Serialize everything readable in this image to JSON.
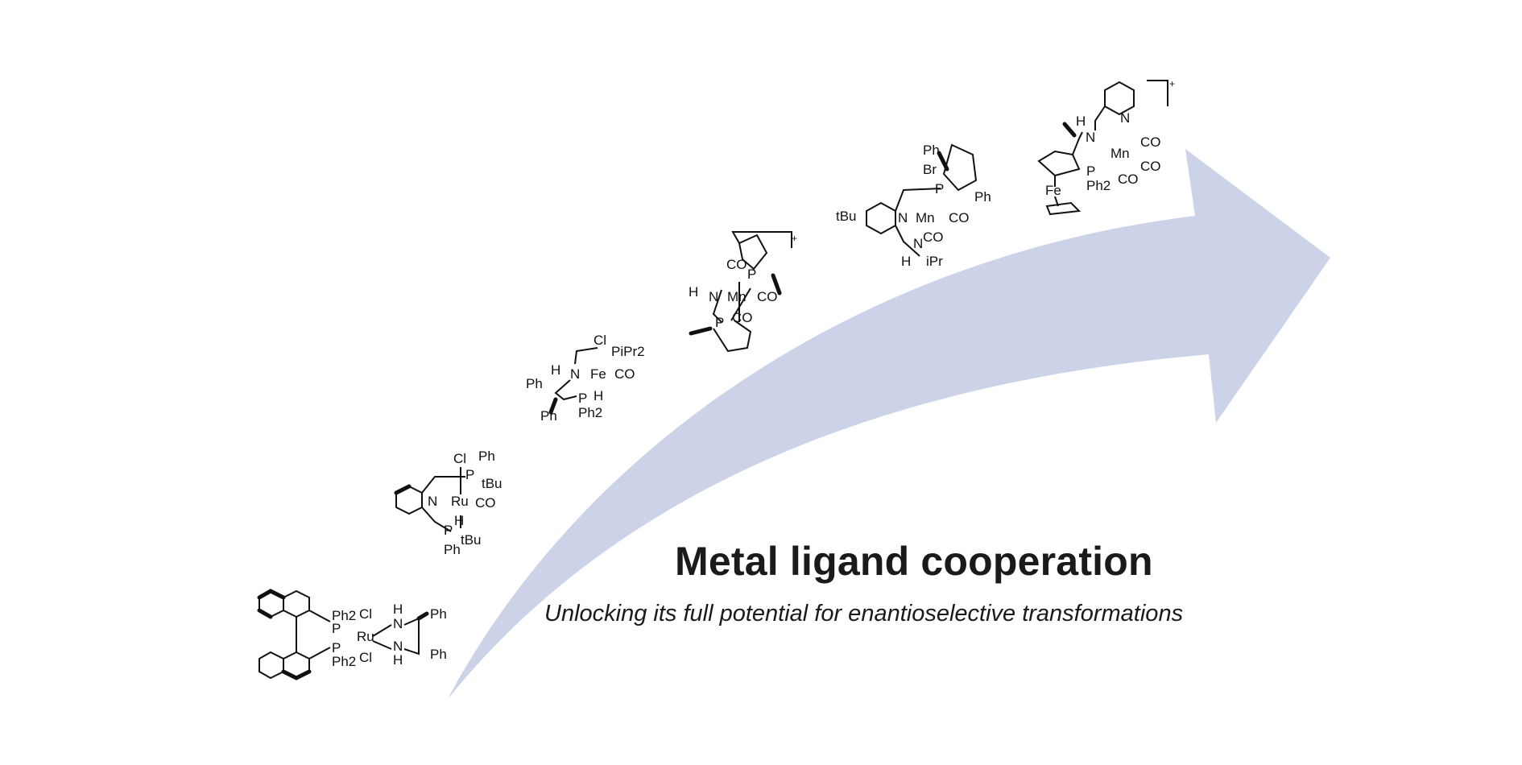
{
  "colors": {
    "arrow": "#ccd3e8",
    "text": "#1a1a1a"
  },
  "title": "Metal ligand cooperation",
  "subtitle": "Unlocking its full potential for enantioselective transformations",
  "complexes": [
    {
      "metal": "Ru",
      "labels": [
        "Ph2",
        "P",
        "Cl",
        "Ru",
        "P",
        "Ph2",
        "Cl",
        "H",
        "N",
        "N",
        "H",
        "Ph",
        "Ph"
      ]
    },
    {
      "metal": "Ru",
      "labels": [
        "Cl",
        "Ph",
        "P",
        "tBu",
        "N",
        "Ru",
        "CO",
        "H",
        "P",
        "tBu",
        "Ph"
      ]
    },
    {
      "metal": "Fe",
      "labels": [
        "Cl",
        "PiPr2",
        "H",
        "N",
        "Fe",
        "CO",
        "Ph",
        "H",
        "P",
        "Ph2",
        "Ph"
      ]
    },
    {
      "metal": "Mn",
      "labels": [
        "CO",
        "P",
        "H",
        "N",
        "Mn",
        "CO",
        "P",
        "CO",
        "+"
      ]
    },
    {
      "metal": "Mn",
      "labels": [
        "Ph",
        "Br",
        "P",
        "Ph",
        "tBu",
        "N",
        "Mn",
        "CO",
        "CO",
        "N",
        "H",
        "iPr"
      ]
    },
    {
      "metal": "Mn",
      "labels": [
        "N",
        "N",
        "H",
        "Mn",
        "CO",
        "CO",
        "CO",
        "P",
        "Ph2",
        "Fe",
        "+"
      ]
    }
  ]
}
